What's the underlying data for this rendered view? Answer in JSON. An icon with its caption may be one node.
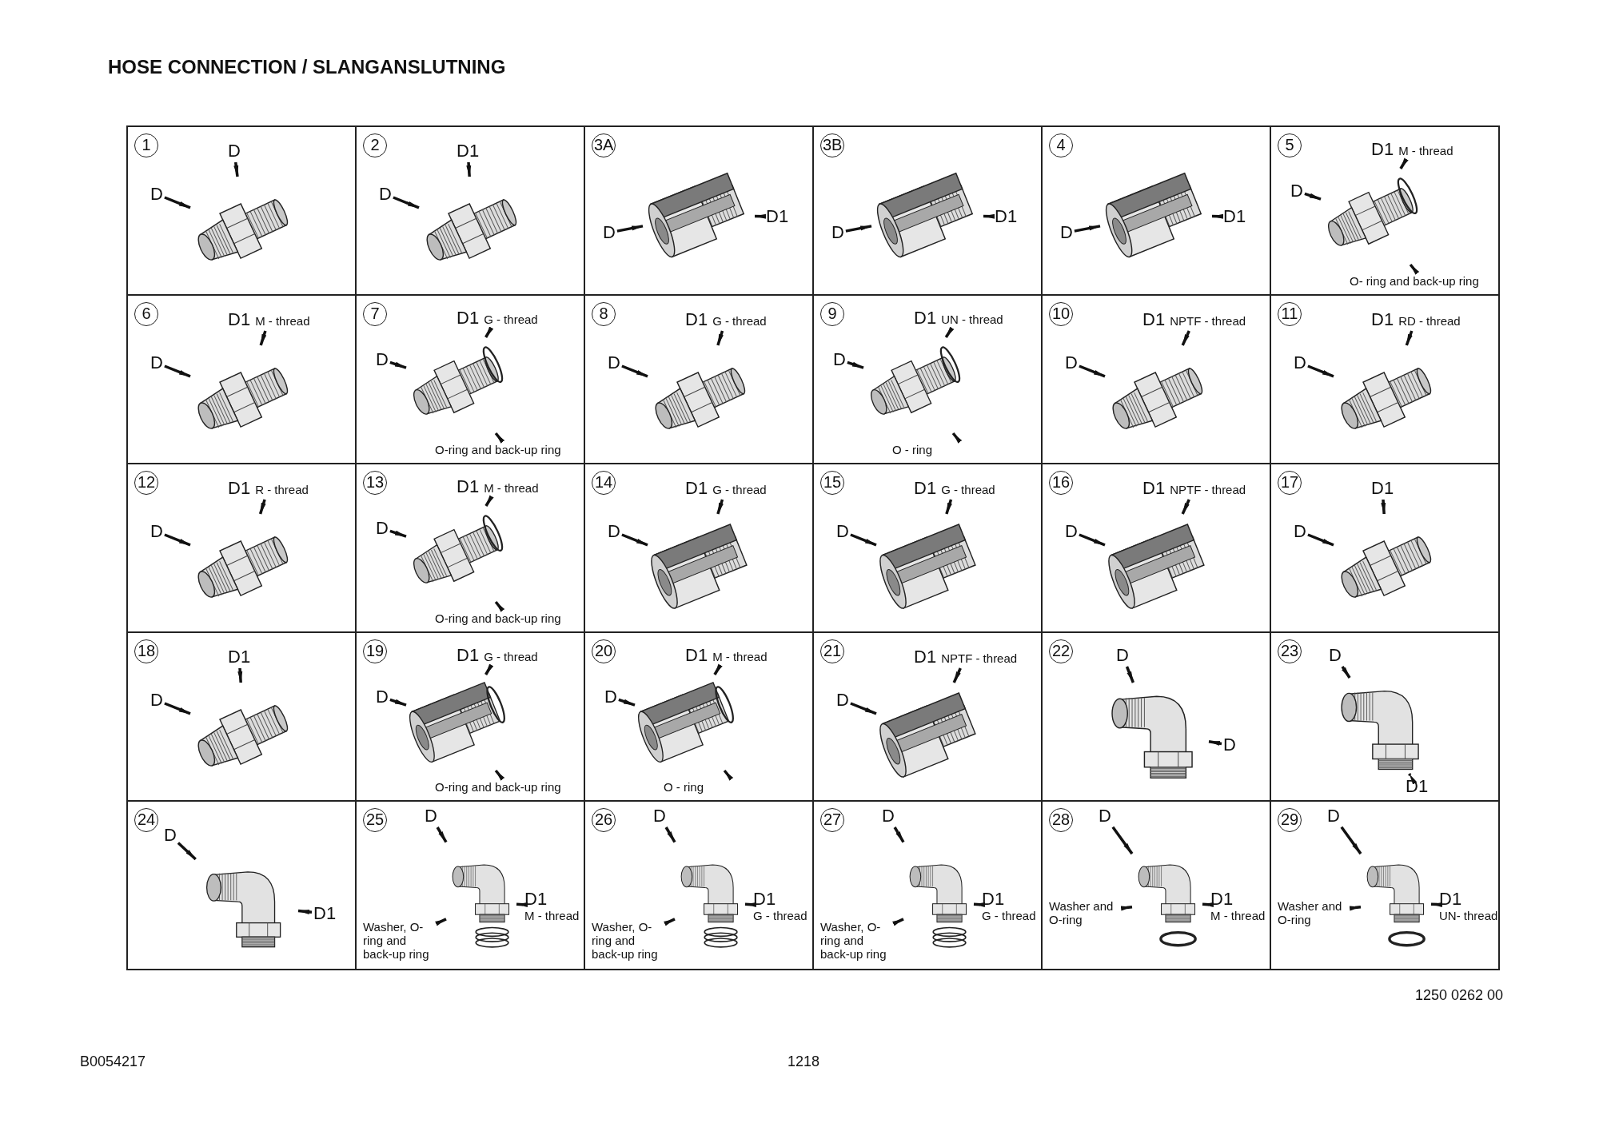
{
  "diagram": {
    "title": "HOSE CONNECTION / SLANGANSLUTNING",
    "nodes": [
      {
        "text": [
          "1"
        ]
      },
      {
        "text": [],
        "shape": "picture",
        "in": 0
      },
      {
        "text": [
          "D"
        ],
        "in": 0
      },
      {
        "text": [
          "D"
        ],
        "in": 0
      },
      {
        "text": [
          "2"
        ]
      },
      {
        "text": [],
        "shape": "picture",
        "in": 4
      },
      {
        "text": [
          "D1"
        ],
        "in": 4
      },
      {
        "text": [
          "D"
        ],
        "in": 4
      },
      {
        "text": [
          "3A"
        ]
      },
      {
        "text": [],
        "shape": "picture",
        "in": 8
      },
      {
        "text": [
          "D"
        ],
        "in": 8
      },
      {
        "text": [
          "D1"
        ],
        "in": 8
      },
      {
        "text": [
          "3B"
        ]
      },
      {
        "text": [],
        "shape": "picture",
        "in": 12
      },
      {
        "text": [
          "D"
        ],
        "in": 12
      },
      {
        "text": [
          "D1"
        ],
        "in": 12
      },
      {
        "text": [
          "4"
        ]
      },
      {
        "text": [],
        "shape": "picture",
        "in": 16
      },
      {
        "text": [
          "D"
        ],
        "in": 16
      },
      {
        "text": [
          "D1"
        ],
        "in": 16
      },
      {
        "text": [
          "5"
        ]
      },
      {
        "text": [],
        "shape": "picture",
        "in": 20
      },
      {
        "text": [
          "D1"
        ],
        "beside": [
          "M - thread"
        ],
        "in": 20
      },
      {
        "text": [
          "D"
        ],
        "in": 20
      },
      {
        "text": [
          "O- ring and back-up ring"
        ],
        "in": 20
      },
      {
        "text": [
          "6"
        ]
      },
      {
        "text": [],
        "shape": "picture",
        "in": 25
      },
      {
        "text": [
          "D1"
        ],
        "beside": [
          "M - thread"
        ],
        "in": 25
      },
      {
        "text": [
          "D"
        ],
        "in": 25
      },
      {
        "text": [
          "7"
        ]
      },
      {
        "text": [],
        "shape": "picture",
        "in": 29
      },
      {
        "text": [
          "D1"
        ],
        "beside": [
          "G - thread"
        ],
        "in": 29
      },
      {
        "text": [
          "D"
        ],
        "in": 29
      },
      {
        "text": [
          "O-ring and back-up ring"
        ],
        "in": 29
      },
      {
        "text": [
          "8"
        ]
      },
      {
        "text": [],
        "shape": "picture",
        "in": 34
      },
      {
        "text": [
          "D1"
        ],
        "beside": [
          "G - thread"
        ],
        "in": 34
      },
      {
        "text": [
          "D"
        ],
        "in": 34
      },
      {
        "text": [
          "9"
        ]
      },
      {
        "text": [],
        "shape": "picture",
        "in": 38
      },
      {
        "text": [
          "D1"
        ],
        "beside": [
          "UN - thread"
        ],
        "in": 38
      },
      {
        "text": [
          "D"
        ],
        "in": 38
      },
      {
        "text": [
          "O - ring"
        ],
        "in": 38
      },
      {
        "text": [
          "10"
        ]
      },
      {
        "text": [],
        "shape": "picture",
        "in": 43
      },
      {
        "text": [
          "D1"
        ],
        "beside": [
          "NPTF - thread"
        ],
        "in": 43
      },
      {
        "text": [
          "D"
        ],
        "in": 43
      },
      {
        "text": [
          "11"
        ]
      },
      {
        "text": [],
        "shape": "picture",
        "in": 47
      },
      {
        "text": [
          "D1"
        ],
        "beside": [
          "RD - thread"
        ],
        "in": 47
      },
      {
        "text": [
          "D"
        ],
        "in": 47
      },
      {
        "text": [
          "12"
        ]
      },
      {
        "text": [],
        "shape": "picture",
        "in": 51
      },
      {
        "text": [
          "D1"
        ],
        "beside": [
          "R - thread"
        ],
        "in": 51
      },
      {
        "text": [
          "D"
        ],
        "in": 51
      },
      {
        "text": [
          "13"
        ]
      },
      {
        "text": [],
        "shape": "picture",
        "in": 55
      },
      {
        "text": [
          "D1"
        ],
        "beside": [
          "M - thread"
        ],
        "in": 55
      },
      {
        "text": [
          "D"
        ],
        "in": 55
      },
      {
        "text": [
          "O-ring and back-up ring"
        ],
        "in": 55
      },
      {
        "text": [
          "14"
        ]
      },
      {
        "text": [],
        "shape": "picture",
        "in": 60
      },
      {
        "text": [
          "D1"
        ],
        "beside": [
          "G - thread"
        ],
        "in": 60
      },
      {
        "text": [
          "D"
        ],
        "in": 60
      },
      {
        "text": [
          "15"
        ]
      },
      {
        "text": [],
        "shape": "picture",
        "in": 64
      },
      {
        "text": [
          "D1"
        ],
        "beside": [
          "G - thread"
        ],
        "in": 64
      },
      {
        "text": [
          "D"
        ],
        "in": 64
      },
      {
        "text": [
          "16"
        ]
      },
      {
        "text": [],
        "shape": "picture",
        "in": 68
      },
      {
        "text": [
          "D1"
        ],
        "beside": [
          "NPTF - thread"
        ],
        "in": 68
      },
      {
        "text": [
          "D"
        ],
        "in": 68
      },
      {
        "text": [
          "17"
        ]
      },
      {
        "text": [],
        "shape": "picture",
        "in": 72
      },
      {
        "text": [
          "D1"
        ],
        "in": 72
      },
      {
        "text": [
          "D"
        ],
        "in": 72
      },
      {
        "text": [
          "18"
        ]
      },
      {
        "text": [],
        "shape": "picture",
        "in": 76
      },
      {
        "text": [
          "D1"
        ],
        "in": 76
      },
      {
        "text": [
          "D"
        ],
        "in": 76
      },
      {
        "text": [
          "19"
        ]
      },
      {
        "text": [],
        "shape": "picture",
        "in": 80
      },
      {
        "text": [
          "D1"
        ],
        "beside": [
          "G - thread"
        ],
        "in": 80
      },
      {
        "text": [
          "D"
        ],
        "in": 80
      },
      {
        "text": [
          "O-ring and back-up ring"
        ],
        "in": 80
      },
      {
        "text": [
          "20"
        ]
      },
      {
        "text": [],
        "shape": "picture",
        "in": 85
      },
      {
        "text": [
          "D1"
        ],
        "beside": [
          "M - thread"
        ],
        "in": 85
      },
      {
        "text": [
          "D"
        ],
        "in": 85
      },
      {
        "text": [
          "O - ring"
        ],
        "in": 85
      },
      {
        "text": [
          "21"
        ]
      },
      {
        "text": [],
        "shape": "picture",
        "in": 90
      },
      {
        "text": [
          "D1"
        ],
        "beside": [
          "NPTF - thread"
        ],
        "in": 90
      },
      {
        "text": [
          "D"
        ],
        "in": 90
      },
      {
        "text": [
          "22"
        ]
      },
      {
        "text": [],
        "shape": "picture",
        "in": 94
      },
      {
        "text": [
          "D"
        ],
        "in": 94
      },
      {
        "text": [
          "D"
        ],
        "in": 94
      },
      {
        "text": [
          "23"
        ]
      },
      {
        "text": [],
        "shape": "picture",
        "in": 98
      },
      {
        "text": [
          "D"
        ],
        "in": 98
      },
      {
        "text": [
          "D1"
        ],
        "in": 98
      },
      {
        "text": [
          "24"
        ]
      },
      {
        "text": [],
        "shape": "picture",
        "in": 102
      },
      {
        "text": [
          "D"
        ],
        "in": 102
      },
      {
        "text": [
          "D1"
        ],
        "in": 102
      },
      {
        "text": [
          "25"
        ]
      },
      {
        "text": [],
        "shape": "picture",
        "in": 106
      },
      {
        "text": [
          "D"
        ],
        "in": 106
      },
      {
        "text": [
          "D1"
        ],
        "beside": [
          "M - thread"
        ],
        "in": 106
      },
      {
        "text": [
          "Washer, O-ring and back-up ring"
        ],
        "in": 106
      },
      {
        "text": [
          "26"
        ]
      },
      {
        "text": [],
        "shape": "picture",
        "in": 111
      },
      {
        "text": [
          "D"
        ],
        "in": 111
      },
      {
        "text": [
          "D1"
        ],
        "beside": [
          "G - thread"
        ],
        "in": 111
      },
      {
        "text": [
          "Washer, O-ring and back-up ring"
        ],
        "in": 111
      },
      {
        "text": [
          "27"
        ]
      },
      {
        "text": [],
        "shape": "picture",
        "in": 116
      },
      {
        "text": [
          "D"
        ],
        "in": 116
      },
      {
        "text": [
          "D1"
        ],
        "beside": [
          "G - thread"
        ],
        "in": 116
      },
      {
        "text": [
          "Washer, O-ring and back-up ring"
        ],
        "in": 116
      },
      {
        "text": [
          "28"
        ]
      },
      {
        "text": [],
        "shape": "picture",
        "in": 121
      },
      {
        "text": [
          "D"
        ],
        "in": 121
      },
      {
        "text": [
          "Washer and O-ring"
        ],
        "in": 121
      },
      {
        "text": [
          "D1"
        ],
        "beside": [
          "M - thread"
        ],
        "in": 121
      },
      {
        "text": [
          "29"
        ]
      },
      {
        "text": [],
        "shape": "picture",
        "in": 126
      },
      {
        "text": [
          "D"
        ],
        "in": 126
      },
      {
        "text": [
          "Washer and O-ring"
        ],
        "in": 126
      },
      {
        "text": [
          "D1"
        ],
        "beside": [
          "UN- thread"
        ],
        "in": 126
      }
    ],
    "edges": [
      {
        "from": 2,
        "to": 1,
        "arrow": "to"
      },
      {
        "from": 3,
        "to": 1,
        "arrow": "to"
      },
      {
        "from": 6,
        "to": 5,
        "arrow": "to"
      },
      {
        "from": 7,
        "to": 5,
        "arrow": "to"
      },
      {
        "from": 10,
        "to": 9,
        "arrow": "to"
      },
      {
        "from": 11,
        "to": 9,
        "arrow": "to"
      },
      {
        "from": 14,
        "to": 13,
        "arrow": "to"
      },
      {
        "from": 15,
        "to": 13,
        "arrow": "to"
      },
      {
        "from": 18,
        "to": 17,
        "arrow": "to"
      },
      {
        "from": 19,
        "to": 17,
        "arrow": "to"
      },
      {
        "from": 22,
        "to": 21,
        "arrow": "to"
      },
      {
        "from": 23,
        "to": 21,
        "arrow": "to"
      },
      {
        "from": 24,
        "to": 21,
        "arrow": "to"
      },
      {
        "from": 27,
        "to": 26,
        "arrow": "to"
      },
      {
        "from": 28,
        "to": 26,
        "arrow": "to"
      },
      {
        "from": 31,
        "to": 30,
        "arrow": "to"
      },
      {
        "from": 32,
        "to": 30,
        "arrow": "to"
      },
      {
        "from": 33,
        "to": 30,
        "arrow": "to"
      },
      {
        "from": 36,
        "to": 35,
        "arrow": "to"
      },
      {
        "from": 37,
        "to": 35,
        "arrow": "to"
      },
      {
        "from": 40,
        "to": 39,
        "arrow": "to"
      },
      {
        "from": 41,
        "to": 39,
        "arrow": "to"
      },
      {
        "from": 42,
        "to": 39,
        "arrow": "to"
      },
      {
        "from": 45,
        "to": 44,
        "arrow": "to"
      },
      {
        "from": 46,
        "to": 44,
        "arrow": "to"
      },
      {
        "from": 49,
        "to": 48,
        "arrow": "to"
      },
      {
        "from": 50,
        "to": 48,
        "arrow": "to"
      },
      {
        "from": 53,
        "to": 52,
        "arrow": "to"
      },
      {
        "from": 54,
        "to": 52,
        "arrow": "to"
      },
      {
        "from": 57,
        "to": 56,
        "arrow": "to"
      },
      {
        "from": 58,
        "to": 56,
        "arrow": "to"
      },
      {
        "from": 59,
        "to": 56,
        "arrow": "to"
      },
      {
        "from": 62,
        "to": 61,
        "arrow": "to"
      },
      {
        "from": 63,
        "to": 61,
        "arrow": "to"
      },
      {
        "from": 66,
        "to": 65,
        "arrow": "to"
      },
      {
        "from": 67,
        "to": 65,
        "arrow": "to"
      },
      {
        "from": 70,
        "to": 69,
        "arrow": "to"
      },
      {
        "from": 71,
        "to": 69,
        "arrow": "to"
      },
      {
        "from": 74,
        "to": 73,
        "arrow": "to"
      },
      {
        "from": 75,
        "to": 73,
        "arrow": "to"
      },
      {
        "from": 78,
        "to": 77,
        "arrow": "to"
      },
      {
        "from": 79,
        "to": 77,
        "arrow": "to"
      },
      {
        "from": 82,
        "to": 81,
        "arrow": "to"
      },
      {
        "from": 83,
        "to": 81,
        "arrow": "to"
      },
      {
        "from": 84,
        "to": 81,
        "arrow": "to"
      },
      {
        "from": 87,
        "to": 86,
        "arrow": "to"
      },
      {
        "from": 88,
        "to": 86,
        "arrow": "to"
      },
      {
        "from": 89,
        "to": 86,
        "arrow": "to"
      },
      {
        "from": 92,
        "to": 91,
        "arrow": "to"
      },
      {
        "from": 93,
        "to": 91,
        "arrow": "to"
      },
      {
        "from": 96,
        "to": 95,
        "arrow": "to"
      },
      {
        "from": 97,
        "to": 95,
        "arrow": "to"
      },
      {
        "from": 100,
        "to": 99,
        "arrow": "to"
      },
      {
        "from": 101,
        "to": 99,
        "arrow": "to"
      },
      {
        "from": 104,
        "to": 103,
        "arrow": "to"
      },
      {
        "from": 105,
        "to": 103,
        "arrow": "to"
      },
      {
        "from": 108,
        "to": 107,
        "arrow": "to"
      },
      {
        "from": 109,
        "to": 107,
        "arrow": "to"
      },
      {
        "from": 110,
        "to": 107,
        "arrow": "to"
      },
      {
        "from": 113,
        "to": 112,
        "arrow": "to"
      },
      {
        "from": 114,
        "to": 112,
        "arrow": "to"
      },
      {
        "from": 115,
        "to": 112,
        "arrow": "to"
      },
      {
        "from": 118,
        "to": 117,
        "arrow": "to"
      },
      {
        "from": 119,
        "to": 117,
        "arrow": "to"
      },
      {
        "from": 120,
        "to": 117,
        "arrow": "to"
      },
      {
        "from": 123,
        "to": 122,
        "arrow": "to"
      },
      {
        "from": 124,
        "to": 122,
        "arrow": "to"
      },
      {
        "from": 125,
        "to": 122,
        "arrow": "to"
      },
      {
        "from": 128,
        "to": 127,
        "arrow": "to"
      },
      {
        "from": 129,
        "to": 127,
        "arrow": "to"
      },
      {
        "from": 130,
        "to": 127,
        "arrow": "to"
      }
    ],
    "labels": [
      "1250 0262 00",
      "B0054217",
      "1218"
    ]
  }
}
